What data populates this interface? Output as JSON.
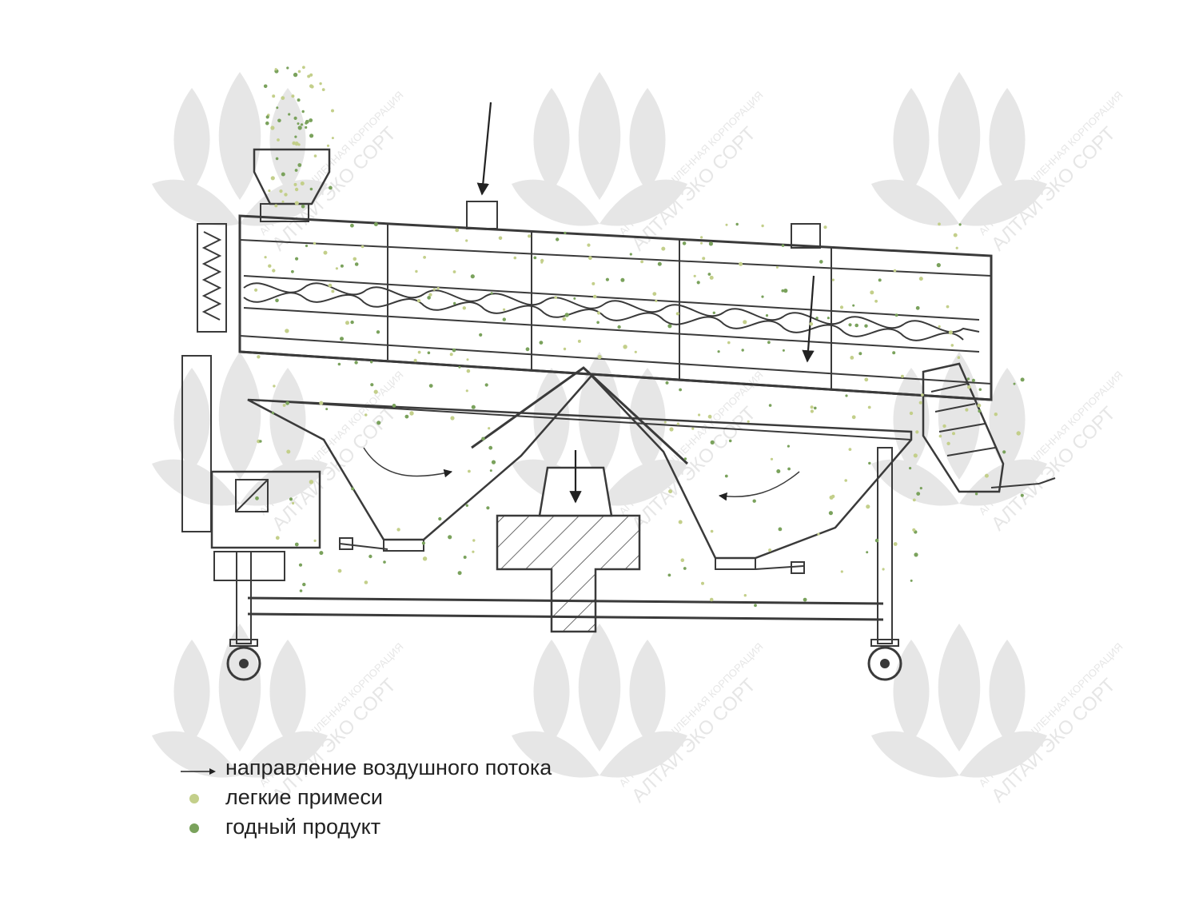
{
  "watermark": {
    "line1": "АГРО ПРОМЫШЛЕННАЯ КОРПОРАЦИЯ",
    "line2": "АЛТАЙ ЭКО СОРТ"
  },
  "legend": {
    "airflow": {
      "label": "направление воздушного потока",
      "icon": "arrow-right-icon"
    },
    "light": {
      "label": "легкие примеси",
      "color": "#c3cf8a"
    },
    "good": {
      "label": "годный продукт",
      "color": "#7aa25c"
    }
  },
  "colors": {
    "line": "#3a3a3a",
    "watermark": "#d9d9d9",
    "light_particle": "#c3cf8a",
    "good_particle": "#7aa25c"
  }
}
